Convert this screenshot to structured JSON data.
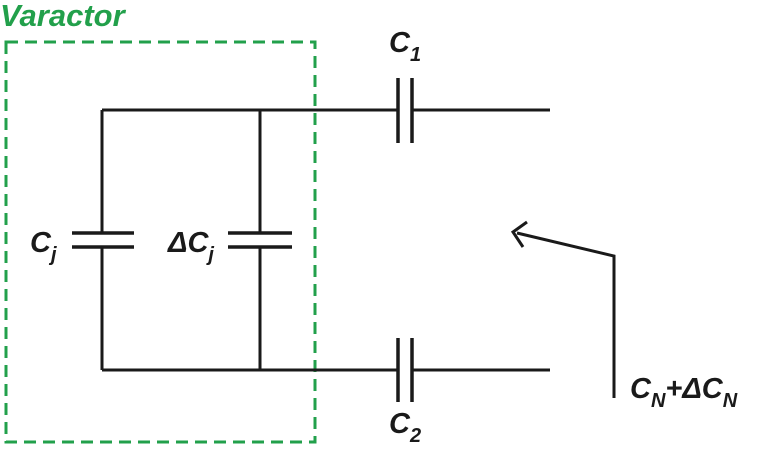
{
  "colors": {
    "accent": "#22a04b",
    "line": "#1a1a1a",
    "background": "#ffffff"
  },
  "varactor": {
    "title": "Varactor"
  },
  "labels": {
    "cj_main": "C",
    "cj_sub": "j",
    "dcj_main": "ΔC",
    "dcj_sub": "j",
    "c1_main": "C",
    "c1_sub": "1",
    "c2_main": "C",
    "c2_sub": "2",
    "cn_main": "C",
    "cn_sub": "N",
    "cn_plus": "+ΔC",
    "cn_sub2": "N"
  }
}
